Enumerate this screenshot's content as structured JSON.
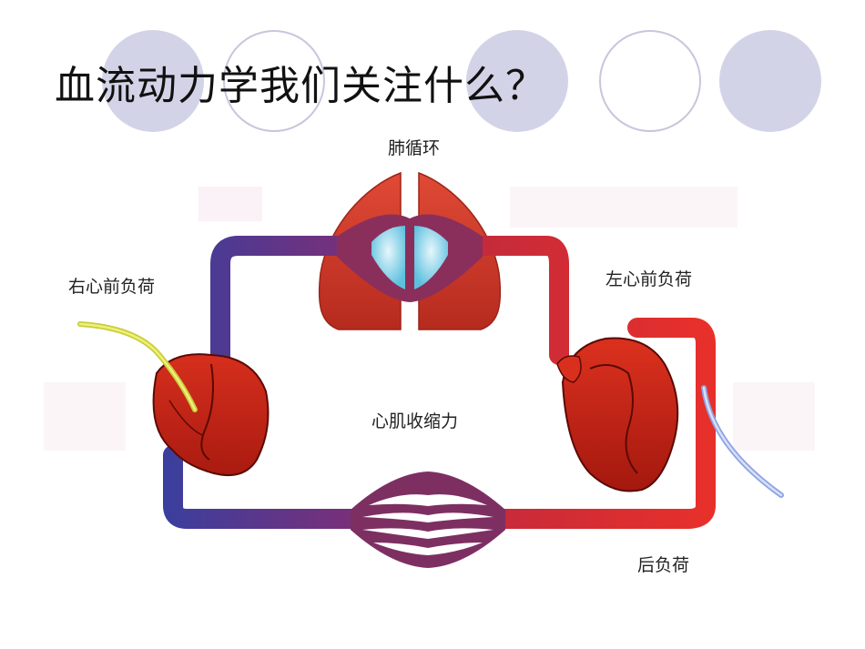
{
  "slide": {
    "title": "血流动力学我们关注什么？"
  },
  "diagram": {
    "labels": {
      "pulmonary_circulation": "肺循环",
      "right_preload": "右心前负荷",
      "left_preload": "左心前负荷",
      "contractility": "心肌收缩力",
      "afterload": "后负荷"
    }
  },
  "colors": {
    "venous_blue": "#3a3f9e",
    "arterial_red": "#e8302a",
    "heart_red": "#b01e14",
    "lung_red": "#c8382a",
    "decor_circle": "#d3d3e8"
  },
  "icons": {
    "right_catheter": "yellow-catheter-icon",
    "left_catheter": "blue-catheter-icon"
  }
}
